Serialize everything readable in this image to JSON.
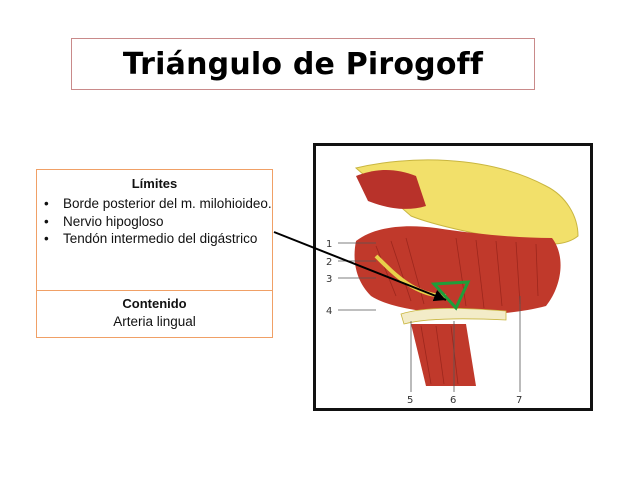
{
  "title": "Triángulo de Pirogoff",
  "limits": {
    "heading": "Límites",
    "items": [
      "Borde posterior del m. milohioideo.",
      "Nervio hipogloso",
      "Tendón intermedio del digástrico"
    ]
  },
  "content": {
    "heading": "Contenido",
    "item": "Arteria lingual"
  },
  "figure": {
    "left_labels": [
      "1",
      "2",
      "3",
      "4"
    ],
    "bottom_labels": [
      "5",
      "6",
      "7"
    ]
  },
  "colors": {
    "title_border": "#c98a8a",
    "box_border": "#f0a066",
    "muscle": "#c0392b",
    "bone": "#f2e06a",
    "triangle": "#1f9e3a"
  }
}
